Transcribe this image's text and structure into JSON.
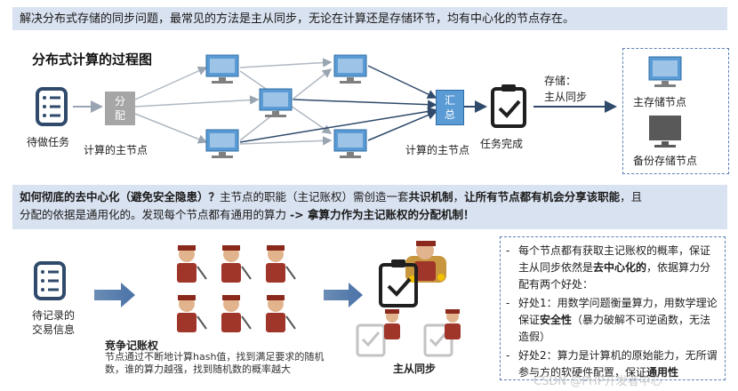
{
  "top_banner": "解决分布式存储的同步问题，最常见的方法是主从同步，无论在计算还是存储环节，均有中心化的节点存在。",
  "diagram1": {
    "title": "分布式计算的过程图",
    "task_label": "待做任务",
    "distribute_label": "分\n配",
    "master_node_left": "计算的主节点",
    "aggregate_label": "汇\n总",
    "master_node_right": "计算的主节点",
    "task_done": "任务完成",
    "storage_note_line1": "存储：",
    "storage_note_line2": "主从同步",
    "primary_storage": "主存储节点",
    "backup_storage": "备份存储节点"
  },
  "mid_banner": {
    "q_bold": "如何彻底的去中心化（避免安全隐患）？",
    "line1_part2": "主节点的职能（主记账权）需创造一套",
    "line1_bold2": "共识机制",
    "line1_part3": "，",
    "line1_bold3": "让所有节点都有机会分享该职能",
    "line1_part4": "，且",
    "line2_part1": "分配的依据是通用化的。发现每个节点都有通用的算力 ",
    "line2_bold": "-> 拿算力作为主记账权的分配机制！"
  },
  "diagram2": {
    "pending_label_1": "待记录的",
    "pending_label_2": "交易信息",
    "compete_title": "竞争记账权",
    "compete_desc": "节点通过不断地计算hash值，找到满足要求的随机数，谁的算力越强，找到随机数的概率越大",
    "master_slave": "主从同步"
  },
  "notes": {
    "item1_a": "每个节点都有获取主记账权的概率，保证主从同步依然是",
    "item1_bold": "去中心化的",
    "item1_b": "，依据算力分配有两个好处：",
    "item2_a": "好处1：用数学问题衡量算力，用数学理论保证",
    "item2_bold": "安全性",
    "item2_b": "（暴力破解不可逆函数，无法造假）",
    "item3_a": "好处2：算力是计算机的原始能力，无所谓参与方的软硬件配置，保证",
    "item3_bold": "通用性"
  },
  "watermark": "CSDN @PHP开发者中心"
}
